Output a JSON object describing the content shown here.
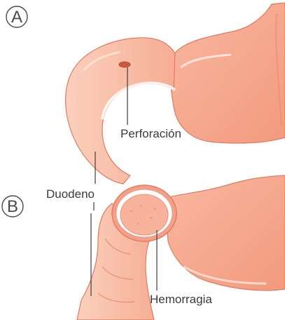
{
  "panels": [
    {
      "letter": "A"
    },
    {
      "letter": "B"
    }
  ],
  "labels": {
    "perforation": "Perforación",
    "duodenum": "Duodeno",
    "hemorrhage": "Hemorragia"
  },
  "colors": {
    "tissue": "#f7a98e",
    "tissue_dark": "#ef8f73",
    "tissue_light": "#fcd2c0",
    "highlight": "#fff3ec",
    "outline": "#e07a60",
    "leader": "#4a4a4a"
  }
}
